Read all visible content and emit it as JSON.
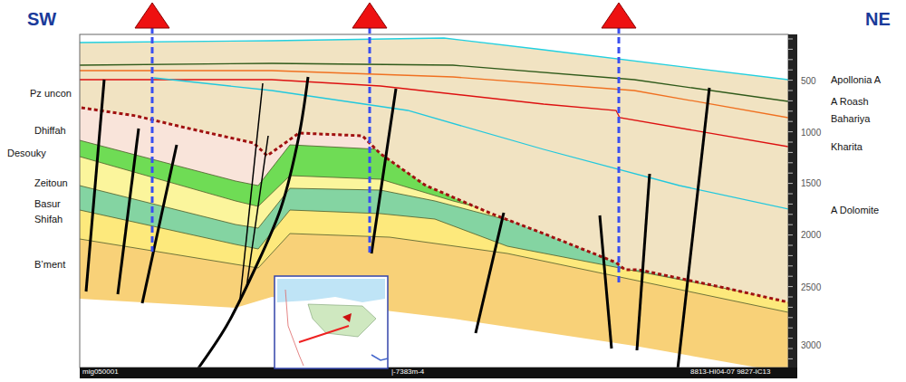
{
  "diagram": {
    "labels": [
      "SW",
      "NE",
      "Pz uncon",
      "Dhiffah",
      "Desouky",
      "Zeitoun",
      "Basur",
      "Shifah",
      "B’ment",
      "Apollonia A",
      "A Roash",
      "Bahariya",
      "Kharita",
      "A Dolomite",
      "500",
      "1000",
      "1500",
      "2000",
      "2500",
      "3000",
      "mig050001",
      "|-7383m-4",
      "8813-HI04-07 9827-IC13"
    ]
  }
}
